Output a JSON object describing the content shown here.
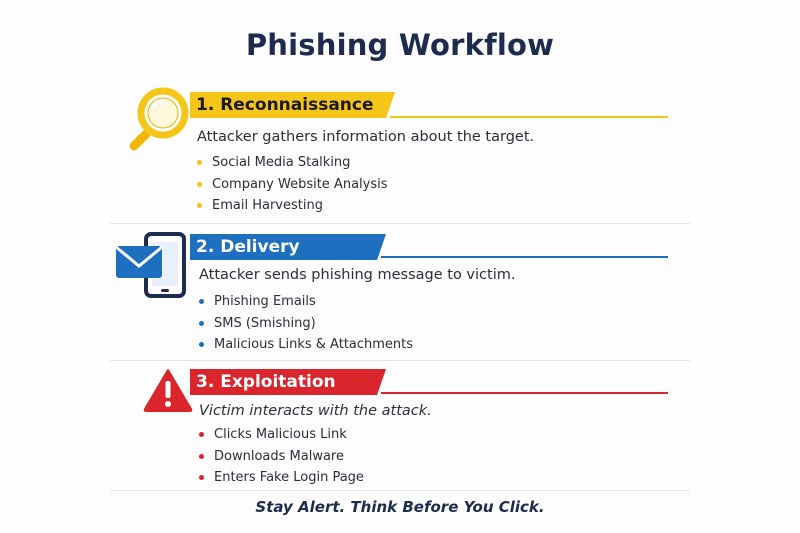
{
  "title": "Phishing Workflow",
  "colors": {
    "yellow": "#f5c518",
    "blue": "#1e6fbf",
    "red": "#d9252b",
    "navy": "#1d2b4f"
  },
  "stages": [
    {
      "heading": "1. Reconnaissance",
      "icon": "magnifier-icon",
      "description": "Attacker gathers information about the target.",
      "items": [
        "Social Media Stalking",
        "Company Website Analysis",
        "Email Harvesting"
      ]
    },
    {
      "heading": "2. Delivery",
      "icon": "phone-envelope-icon",
      "description": "Attacker sends phishing message to victim.",
      "items": [
        "Phishing Emails",
        "SMS (Smishing)",
        "Malicious Links & Attachments"
      ]
    },
    {
      "heading": "3. Exploitation",
      "icon": "warning-icon",
      "description": "Victim interacts with the attack.",
      "items": [
        "Clicks Malicious Link",
        "Downloads Malware",
        "Enters Fake Login Page"
      ]
    }
  ],
  "footer": "Stay Alert. Think Before You Click."
}
